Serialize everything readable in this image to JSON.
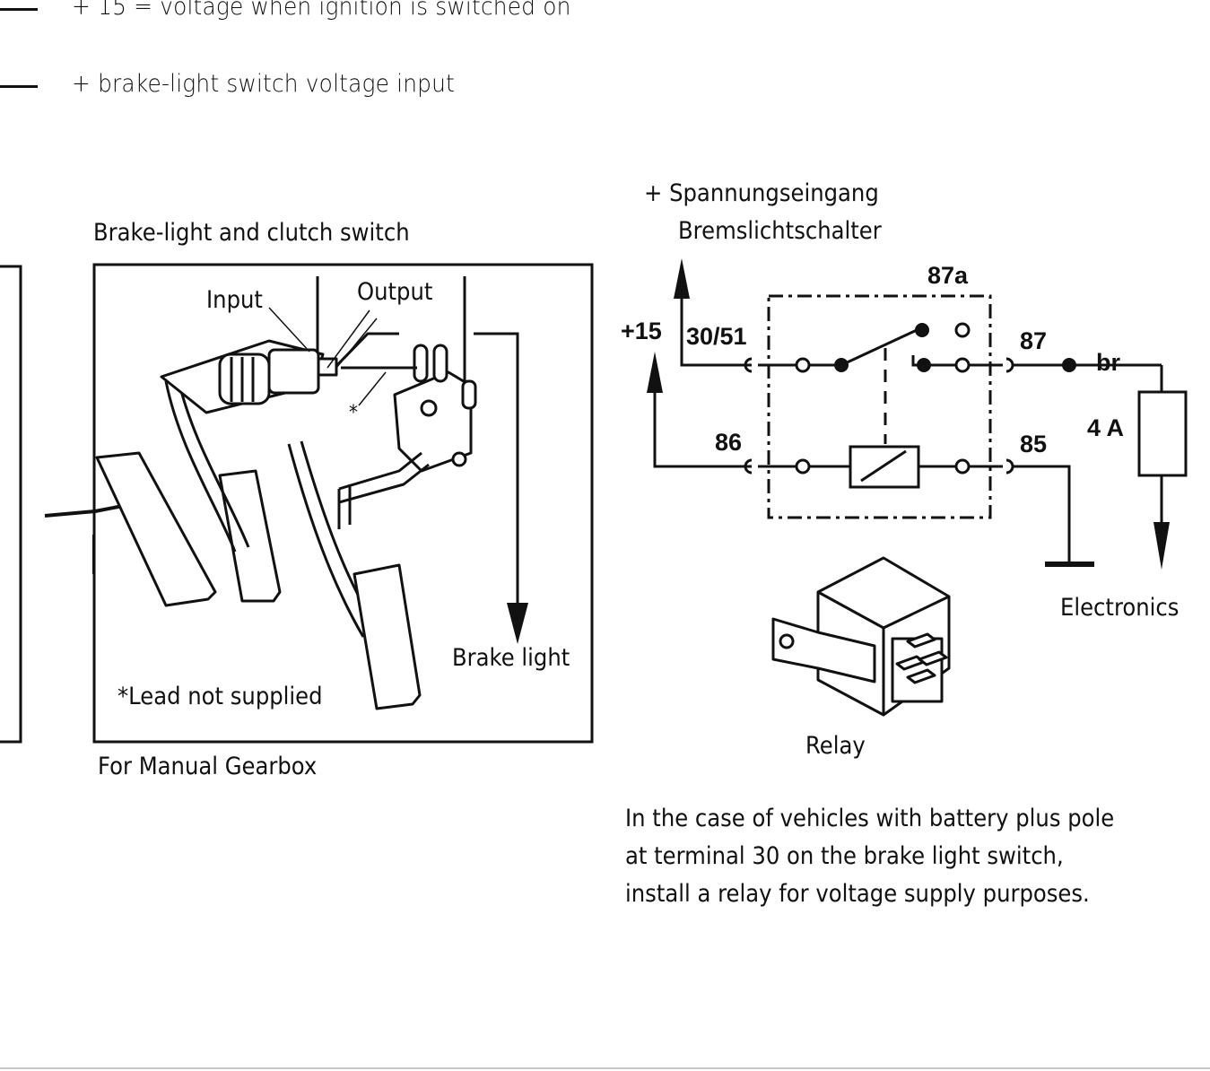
{
  "legend": {
    "ignition": "+ 15 =   voltage when ignition is switched on",
    "brake_input": "+ brake-light switch voltage input"
  },
  "left_figure": {
    "title": "Brake-light and clutch switch",
    "input_label": "Input",
    "output_label": "Output",
    "asterisk": "*",
    "brake_light": "Brake light",
    "lead_note": "*Lead not supplied",
    "caption": "For  Manual  Gearbox"
  },
  "relay_diagram": {
    "voltage_input_line1": "+  Spannungseingang",
    "voltage_input_line2": "Bremslichtschalter",
    "terminal_87a": "87a",
    "terminal_plus15": "+15",
    "terminal_3051": "30/51",
    "terminal_87": "87",
    "wire_br": "br",
    "fuse": "4 A",
    "terminal_86": "86",
    "terminal_85": "85",
    "electronics": "Electronics",
    "relay": "Relay"
  },
  "note": {
    "line1": "In the case of vehicles with battery plus pole",
    "line2": "at terminal 30 on the brake light switch,",
    "line3": "install a relay for voltage supply purposes."
  }
}
